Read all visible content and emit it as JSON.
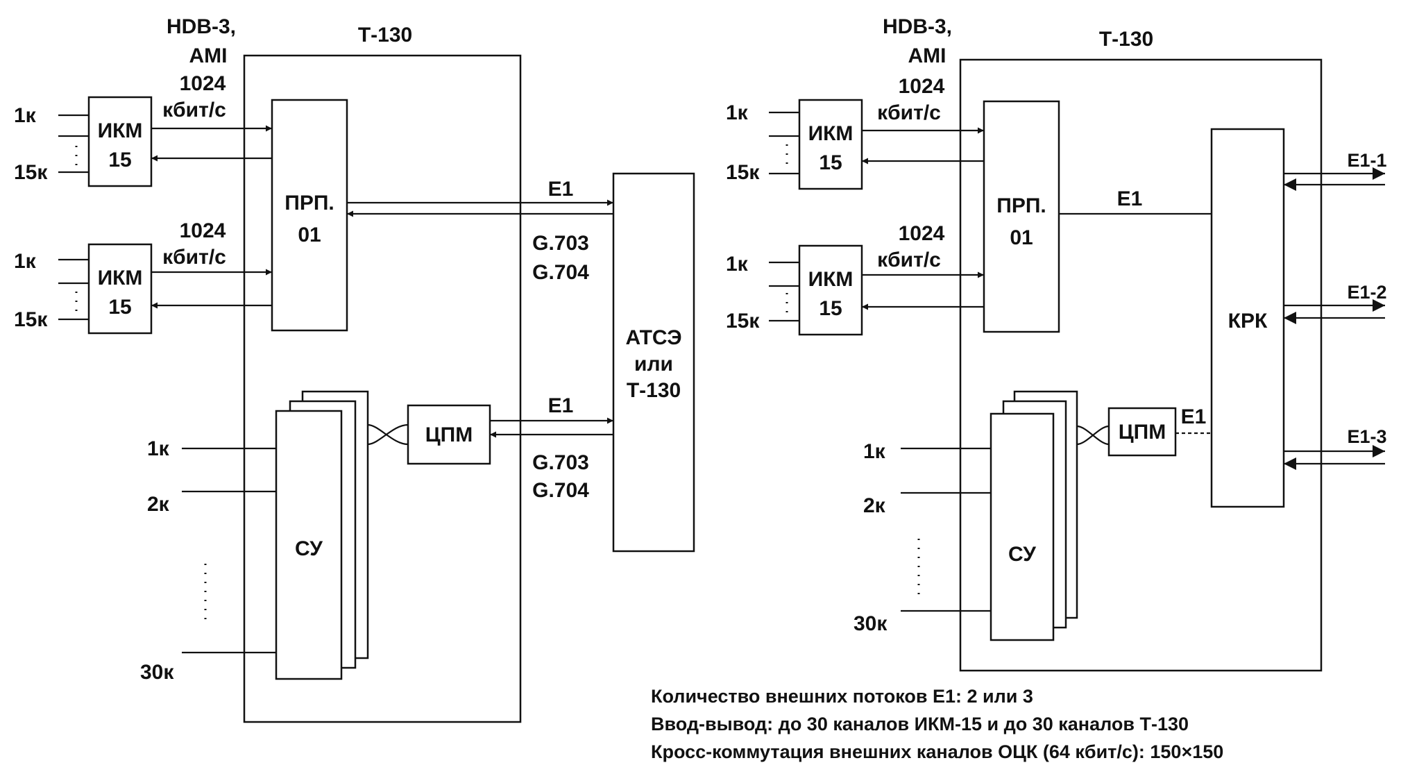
{
  "left": {
    "line_code": [
      "HDB-3,",
      "AMI"
    ],
    "rate": [
      "1024",
      "кбит/с"
    ],
    "rate2": [
      "1024",
      "кбит/с"
    ],
    "t130": "Т-130",
    "ikm": [
      "ИКМ",
      "15"
    ],
    "ikm_ch_first": "1к",
    "ikm_ch_last": "15к",
    "prp": [
      "ПРП.",
      "01"
    ],
    "e1": "E1",
    "std": [
      "G.703",
      "G.704"
    ],
    "atse": [
      "АТСЭ",
      "или",
      "Т-130"
    ],
    "tspm": "ЦПМ",
    "su": "СУ",
    "su_ch": [
      "1к",
      "2к",
      "30к"
    ]
  },
  "right": {
    "line_code": [
      "HDB-3,",
      "AMI"
    ],
    "rate": [
      "1024",
      "кбит/с"
    ],
    "rate2": [
      "1024",
      "кбит/с"
    ],
    "t130": "Т-130",
    "ikm": [
      "ИКМ",
      "15"
    ],
    "ikm_ch_first": "1к",
    "ikm_ch_last": "15к",
    "prp": [
      "ПРП.",
      "01"
    ],
    "e1": "E1",
    "krk": "КРК",
    "tspm": "ЦПМ",
    "su": "СУ",
    "su_ch": [
      "1к",
      "2к",
      "30к"
    ],
    "outputs": [
      "E1-1",
      "E1-2",
      "E1-3"
    ]
  },
  "notes": [
    "Количество внешних потоков E1: 2 или 3",
    "Ввод-вывод: до 30 каналов ИКМ-15 и до 30 каналов Т-130",
    "Кросс-коммутация внешних каналов ОЦК (64 кбит/с): 150×150"
  ]
}
